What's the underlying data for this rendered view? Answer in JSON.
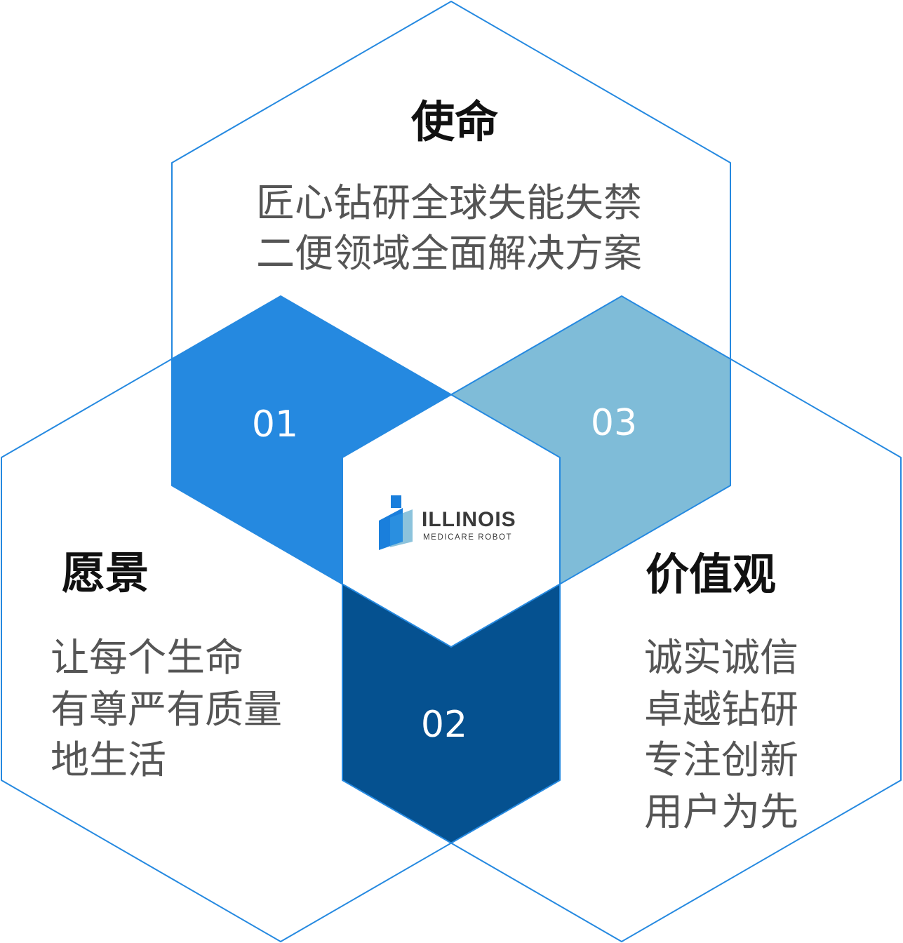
{
  "mission": {
    "title": "使命",
    "lines": [
      "匠心钻研全球失能失禁",
      "二便领域全面解决方案"
    ]
  },
  "vision": {
    "title": "愿景",
    "lines": [
      "让每个生命",
      "有尊严有质量",
      "地生活"
    ]
  },
  "values": {
    "title": "价值观",
    "lines": [
      "诚实诚信",
      "卓越钻研",
      "专注创新",
      "用户为先"
    ]
  },
  "intersections": {
    "n01": "01",
    "n02": "02",
    "n03": "03"
  },
  "logo": {
    "name": "ILLINOIS",
    "tagline": "MEDICARE ROBOT"
  },
  "colors": {
    "outline": "#2589E0",
    "c01": "#2589E0",
    "c02": "#055190",
    "c03": "#7FBCD8"
  }
}
